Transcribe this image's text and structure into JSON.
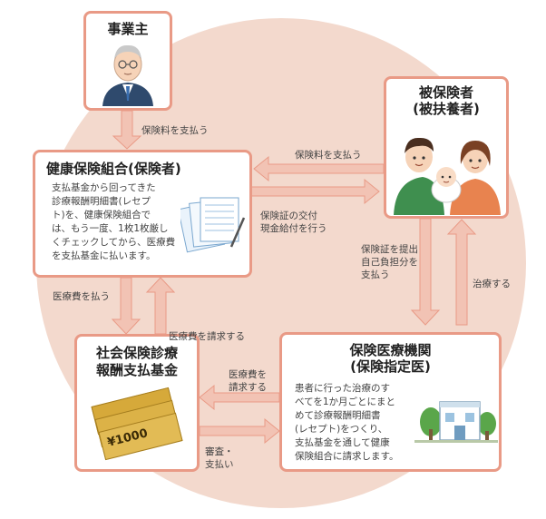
{
  "employer": {
    "title": "事業主"
  },
  "insured": {
    "title_line1": "被保険者",
    "title_line2": "(被扶養者)"
  },
  "union": {
    "title": "健康保険組合(保険者)",
    "desc": [
      "支払基金から回ってきた",
      "診療報酬明細書(レセプ",
      "ト)を、健康保険組合で",
      "は、もう一度、1枚1枚厳し",
      "くチェックしてから、医療費",
      "を支払基金に払います。"
    ]
  },
  "fund": {
    "title_line1": "社会保険診療",
    "title_line2": "報酬支払基金",
    "bill_text": "¥1000"
  },
  "hospital": {
    "title_line1": "保険医療機関",
    "title_line2": "(保険指定医)",
    "desc": [
      "患者に行った治療のす",
      "べてを1か月ごとにまと",
      "めて診療報酬明細書",
      "(レセプト)をつくり、",
      "支払基金を通して健康",
      "保険組合に請求します。"
    ]
  },
  "labels": {
    "premium_employer": "保険料を支払う",
    "premium_insured": "保険料を支払う",
    "card_line1": "保険証の交付",
    "card_line2": "現金給付を行う",
    "present_line1": "保険証を提出",
    "present_line2": "自己負担分を",
    "present_line3": "支払う",
    "treat": "治療する",
    "pay_medical": "医療費を払う",
    "request_medical_fund": "医療費を請求する",
    "request_medical_hosp_line1": "医療費を",
    "request_medical_hosp_line2": "請求する",
    "review_line1": "審査・",
    "review_line2": "支払い"
  }
}
